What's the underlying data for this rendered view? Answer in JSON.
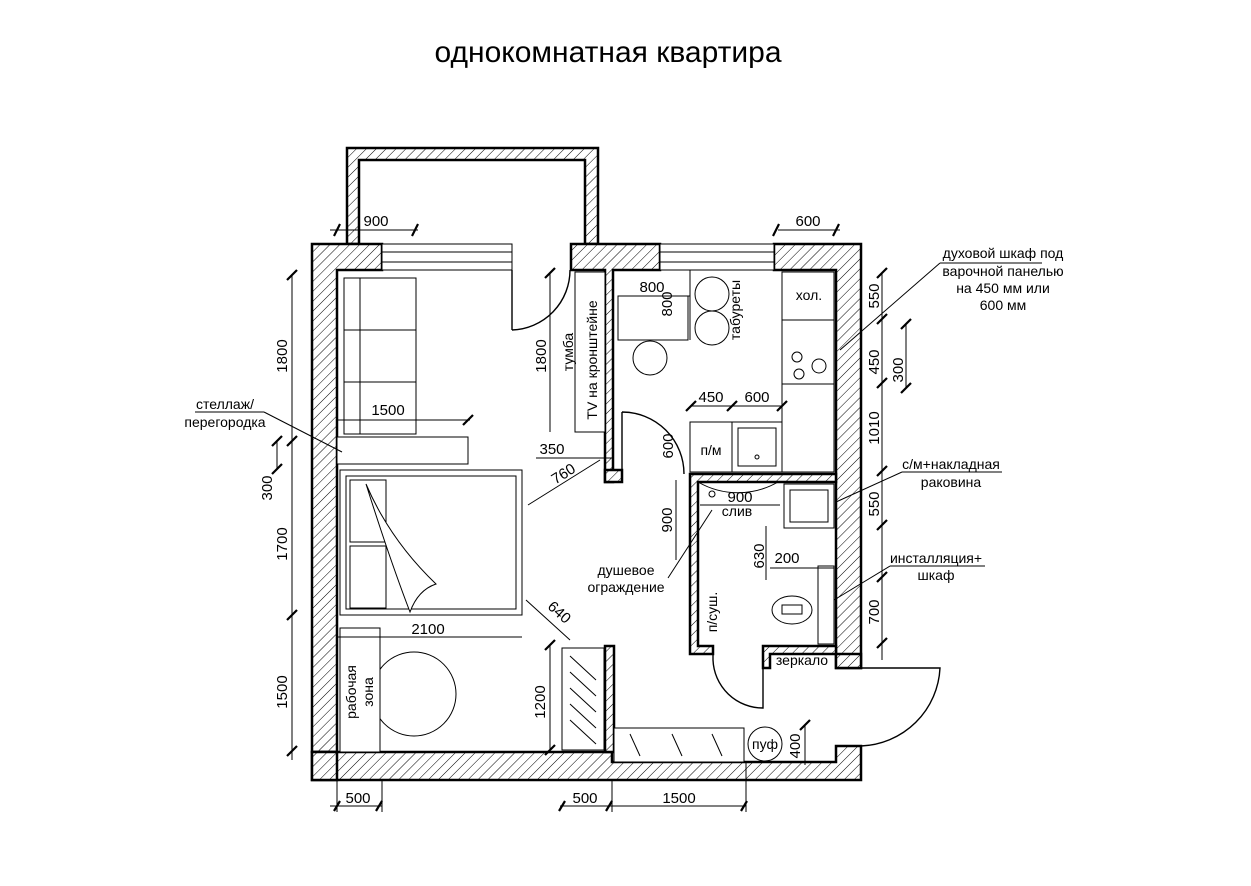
{
  "title": "однокомнатная квартира",
  "labels": {
    "stellazh": "стеллаж/",
    "peregorodka": "перегородка",
    "tumba": "тумба",
    "tv": "TV на кронштейне",
    "taburety": "табуреты",
    "hol": "хол.",
    "pm": "п/м",
    "sliv": "слив",
    "dushevoe": "душевое",
    "ograzhdenie": "ограждение",
    "psush": "п/суш.",
    "zerkalo": "зеркало",
    "rabochaya": "рабочая",
    "zona": "зона",
    "puf": "пуф",
    "duhovoy_1": "духовой шкаф под",
    "duhovoy_2": "варочной панелью",
    "duhovoy_3": "на 450 мм или",
    "duhovoy_4": "600 мм",
    "sm_1": "с/м+накладная",
    "sm_2": "раковина",
    "install_1": "инсталляция+",
    "install_2": "шкаф"
  },
  "dims": {
    "d900_balcony": "900",
    "d600_top": "600",
    "d800_h": "800",
    "d800_v": "800",
    "d1800_left": "1800",
    "d1800_mid": "1800",
    "d1500_shelf": "1500",
    "d300_left": "300",
    "d1700_left": "1700",
    "d1500_left": "1500",
    "d350": "350",
    "d760": "760",
    "d450": "450",
    "d600_kitchen": "600",
    "d600_door": "600",
    "d550_top": "550",
    "d450_right": "450",
    "d300_right": "300",
    "d1010": "1010",
    "d550_mid": "550",
    "d700": "700",
    "d900_bath": "900",
    "d900_bath_v": "900",
    "d630": "630",
    "d200": "200",
    "d2100": "2100",
    "d640": "640",
    "d1200": "1200",
    "d400": "400",
    "d500_left": "500",
    "d500_mid": "500",
    "d1500_bottom": "1500"
  }
}
